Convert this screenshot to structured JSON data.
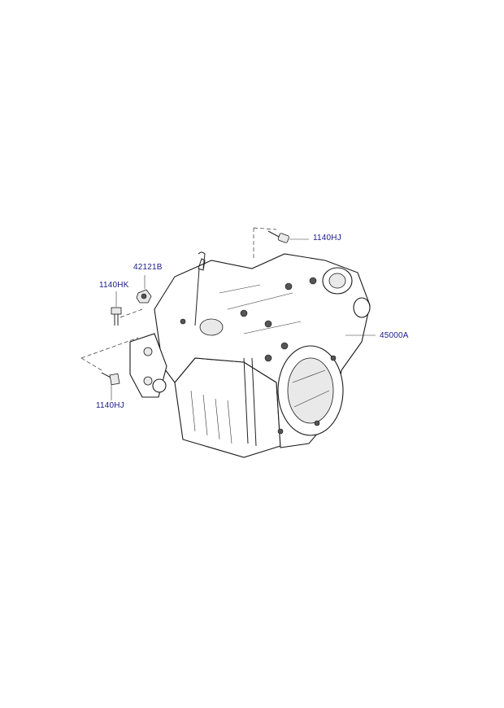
{
  "labels": {
    "bolt_top": "1140HJ",
    "nut": "42121B",
    "bolt_left": "1140HK",
    "bolt_bottom": "1140HJ",
    "transaxle": "45000A"
  },
  "colors": {
    "label": "#1a1a8c",
    "line": "#222222"
  }
}
